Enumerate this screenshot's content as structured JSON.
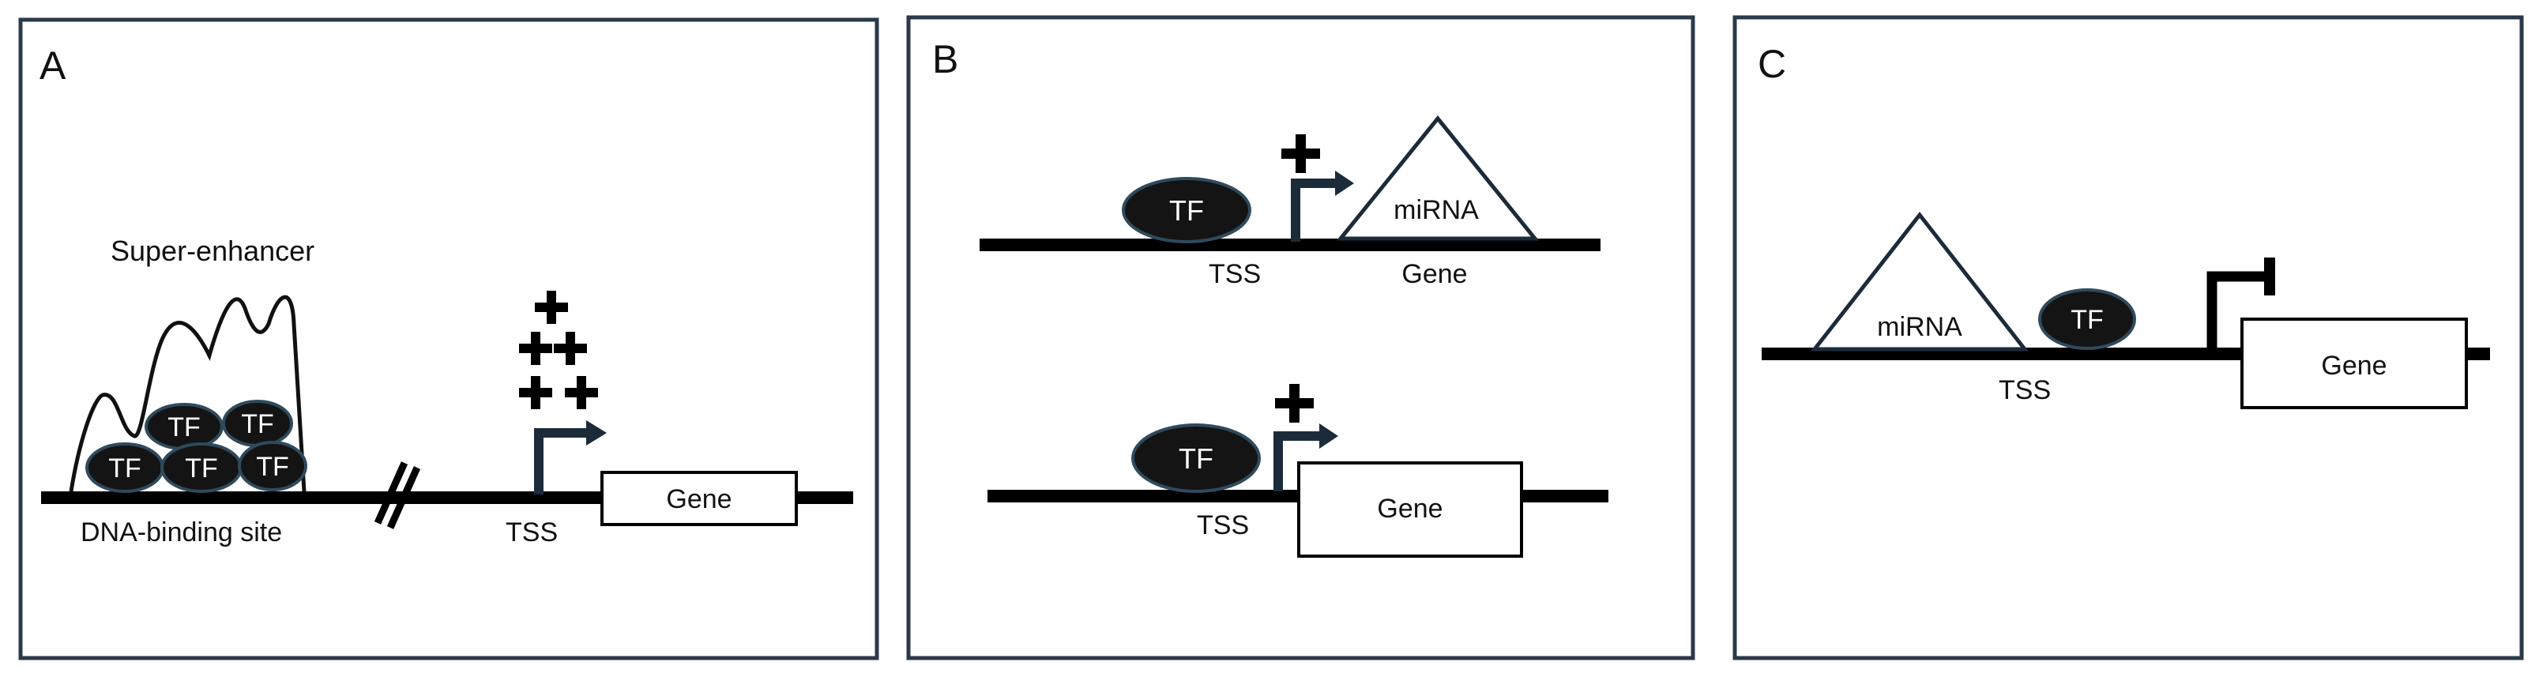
{
  "panels": {
    "a": {
      "letter": "A",
      "super_enhancer_label": "Super-enhancer",
      "tf_label": "TF",
      "binding_site_label": "DNA-binding site",
      "tss_label": "TSS",
      "gene_label": "Gene"
    },
    "b": {
      "letter": "B",
      "top": {
        "tf_label": "TF",
        "mirna_label": "miRNA",
        "tss_label": "TSS",
        "gene_label": "Gene"
      },
      "bottom": {
        "tf_label": "TF",
        "tss_label": "TSS",
        "gene_label": "Gene"
      }
    },
    "c": {
      "letter": "C",
      "mirna_label": "miRNA",
      "tf_label": "TF",
      "tss_label": "TSS",
      "gene_label": "Gene"
    }
  },
  "colors": {
    "panel_border": "#2b3a4a",
    "dna": "#000000",
    "tf_fill": "#141414",
    "tf_stroke": "#2f4a5c",
    "arrow": "#1c2b3a"
  },
  "icons": {
    "plus": "plus-icon",
    "tss_arrow": "tss-arrow-icon",
    "break": "dna-break-icon"
  }
}
